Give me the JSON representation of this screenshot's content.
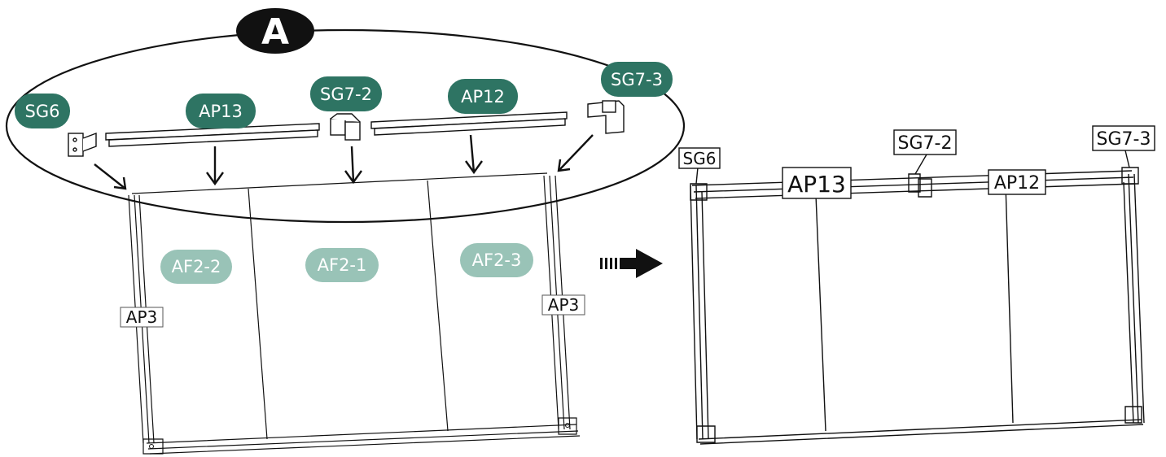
{
  "step_label": "A",
  "colors": {
    "part_badge": "#2e7463",
    "panel_badge": "#99c3b7",
    "line": "#111111",
    "background": "#ffffff"
  },
  "callout_parts": [
    "SG6",
    "AP13",
    "SG7-2",
    "AP12",
    "SG7-3"
  ],
  "panels": [
    "AF2-2",
    "AF2-1",
    "AF2-3"
  ],
  "side_posts": {
    "left": "AP3",
    "right": "AP3"
  },
  "result_labels": [
    "SG6",
    "AP13",
    "SG7-2",
    "AP12",
    "SG7-3"
  ],
  "arrow_icon": "dashed-right-arrow"
}
